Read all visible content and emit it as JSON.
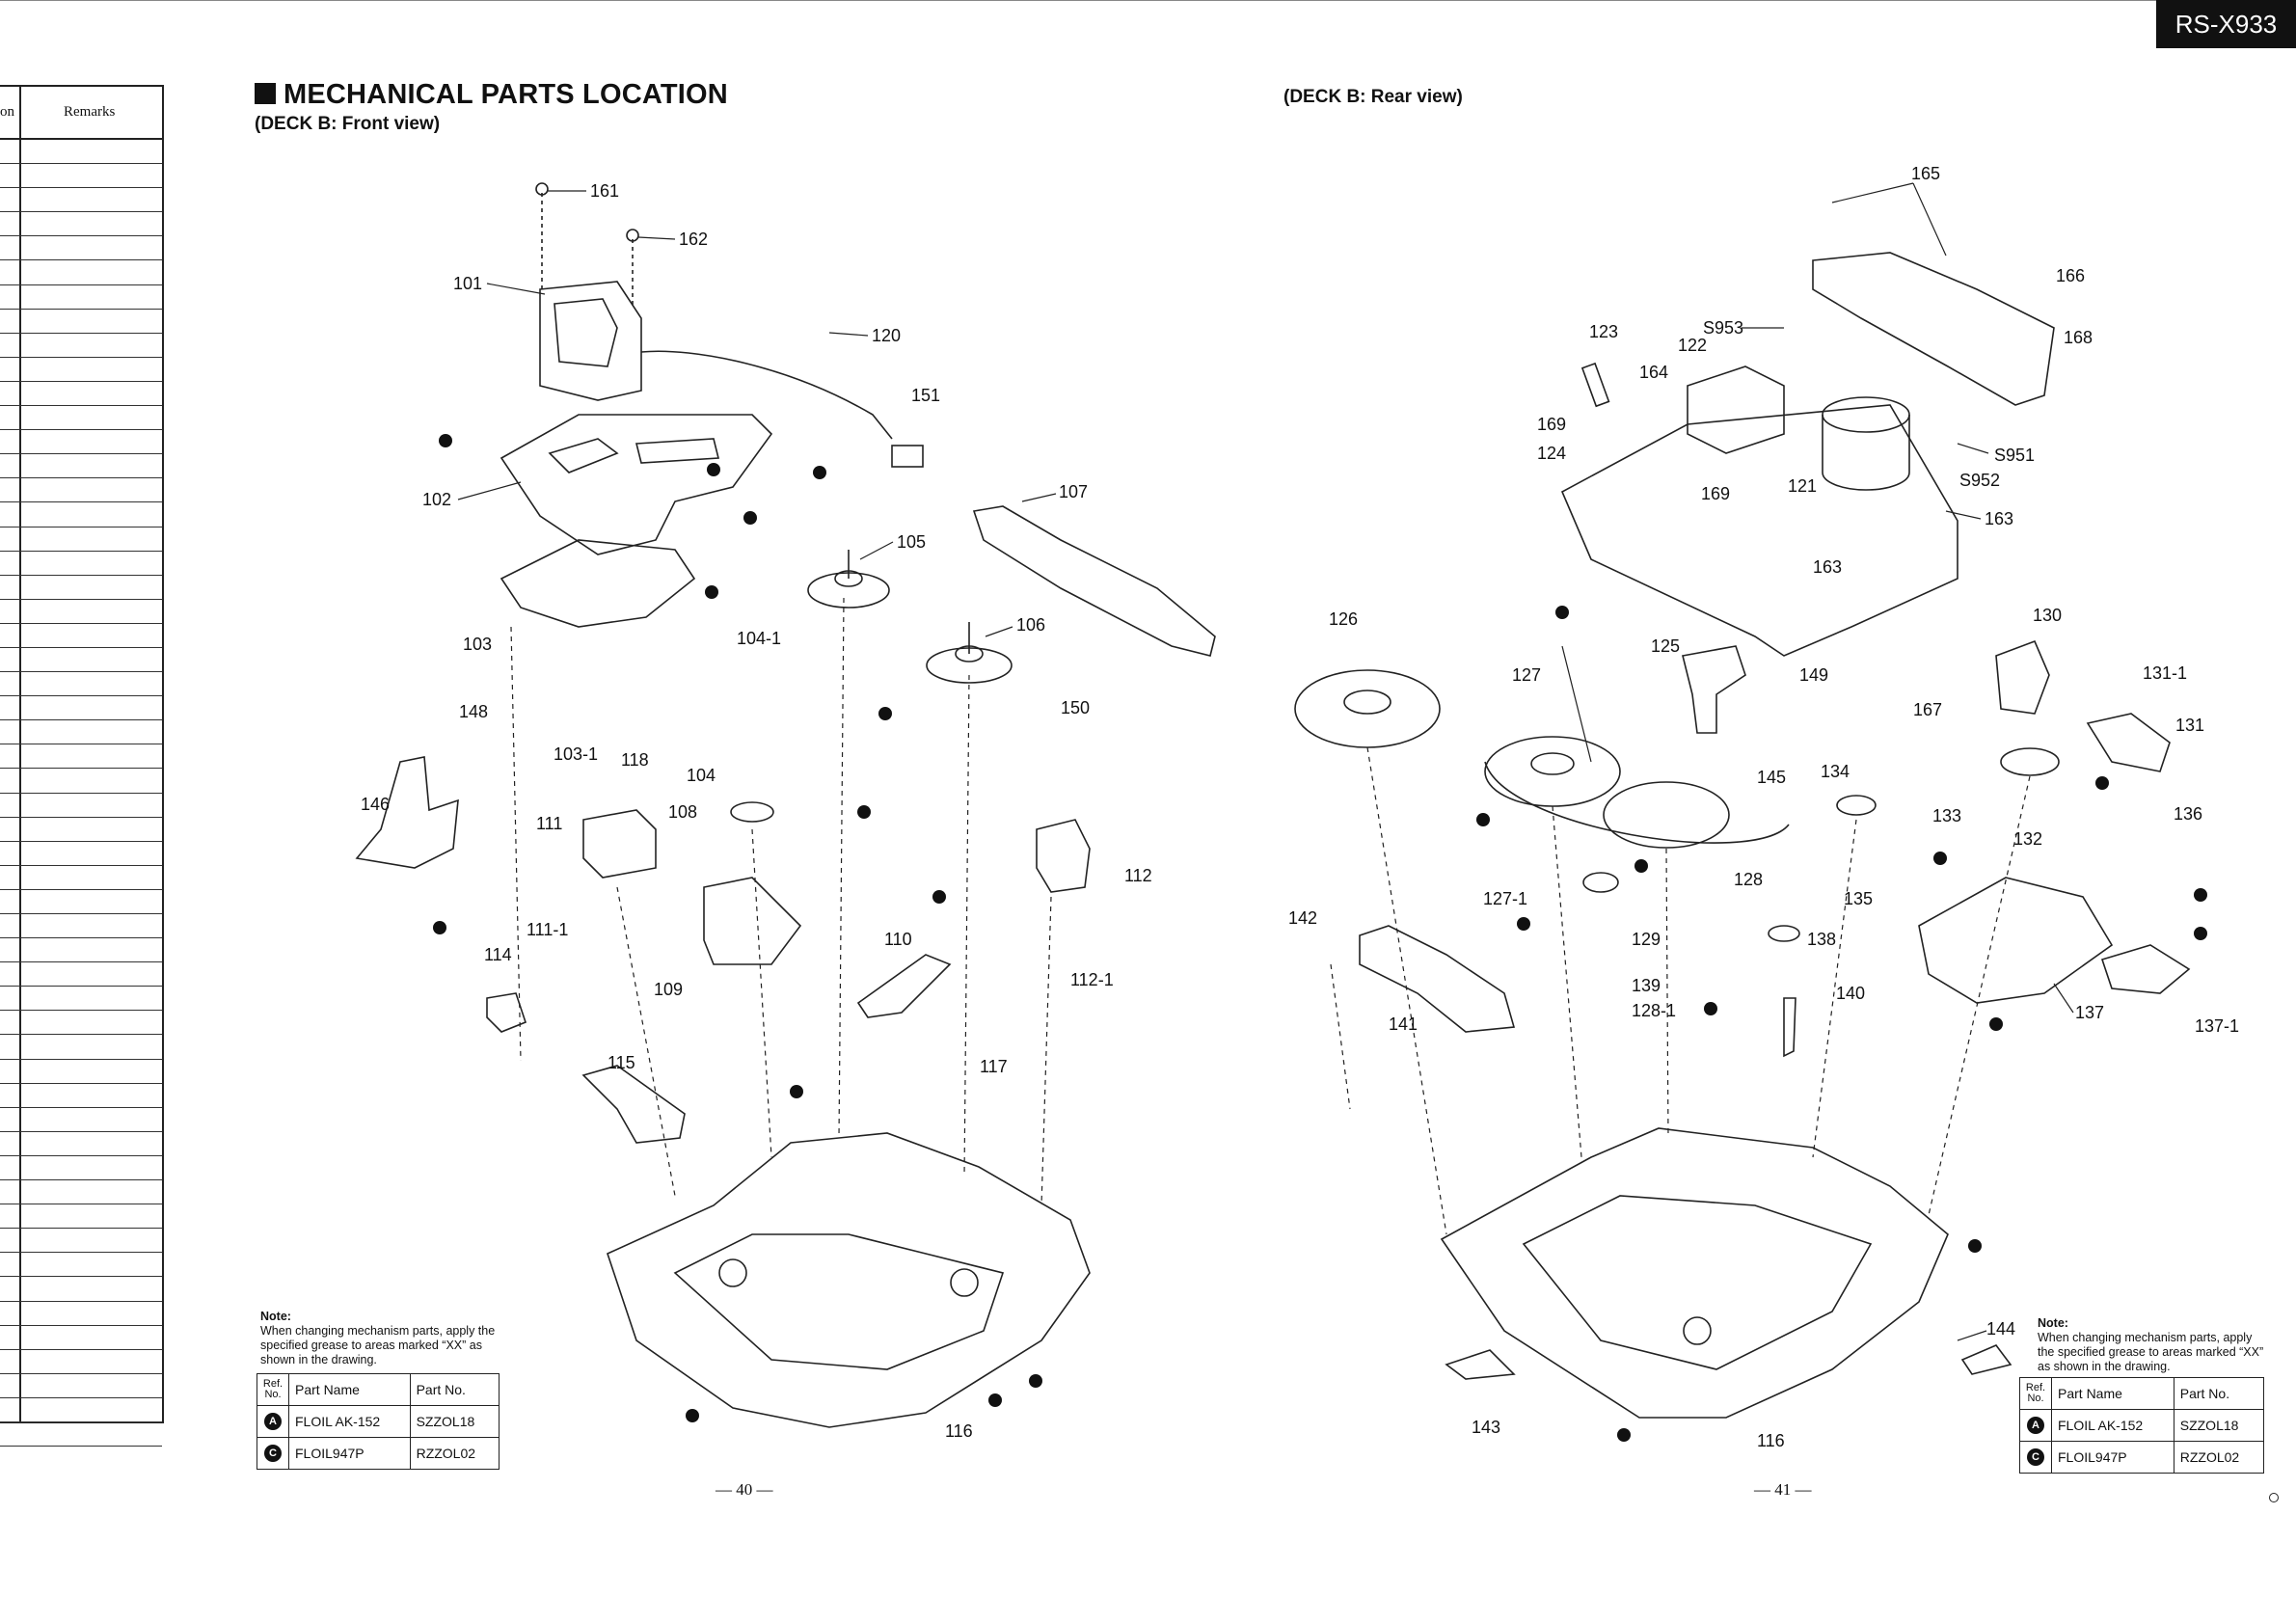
{
  "header": {
    "model": "RS-X933",
    "title": "MECHANICAL PARTS LOCATION",
    "front_view": "(DECK B: Front view)",
    "rear_view": "(DECK B: Rear view)"
  },
  "parts_table": {
    "col_cut": "on",
    "col_remarks": "Remarks",
    "row_count": 54
  },
  "front_labels": [
    "161",
    "162",
    "101",
    "120",
    "151",
    "102",
    "107",
    "105",
    "106",
    "103",
    "104-1",
    "150",
    "148",
    "103-1",
    "118",
    "104",
    "146",
    "111",
    "108",
    "112",
    "111-1",
    "110",
    "109",
    "114",
    "112-1",
    "115",
    "117",
    "116"
  ],
  "rear_labels": [
    "165",
    "166",
    "168",
    "123",
    "S953",
    "122",
    "164",
    "169",
    "124",
    "169",
    "121",
    "S951",
    "S952",
    "163",
    "163",
    "126",
    "130",
    "125",
    "127",
    "149",
    "167",
    "131-1",
    "131",
    "134",
    "145",
    "133",
    "132",
    "136",
    "128",
    "127-1",
    "135",
    "138",
    "142",
    "129",
    "139",
    "128-1",
    "140",
    "141",
    "137",
    "137-1",
    "144",
    "143",
    "116"
  ],
  "note": {
    "title": "Note:",
    "text": "When changing mechanism parts, apply the specified grease to areas marked “XX” as shown in the drawing."
  },
  "grease_table": {
    "ref_header": "Ref. No.",
    "name_header": "Part Name",
    "no_header": "Part No.",
    "rows": [
      {
        "symbol": "A",
        "name": "FLOIL AK-152",
        "number": "SZZOL18"
      },
      {
        "symbol": "C",
        "name": "FLOIL947P",
        "number": "RZZOL02"
      }
    ]
  },
  "pages": {
    "left": "— 40 —",
    "right": "— 41 —"
  }
}
